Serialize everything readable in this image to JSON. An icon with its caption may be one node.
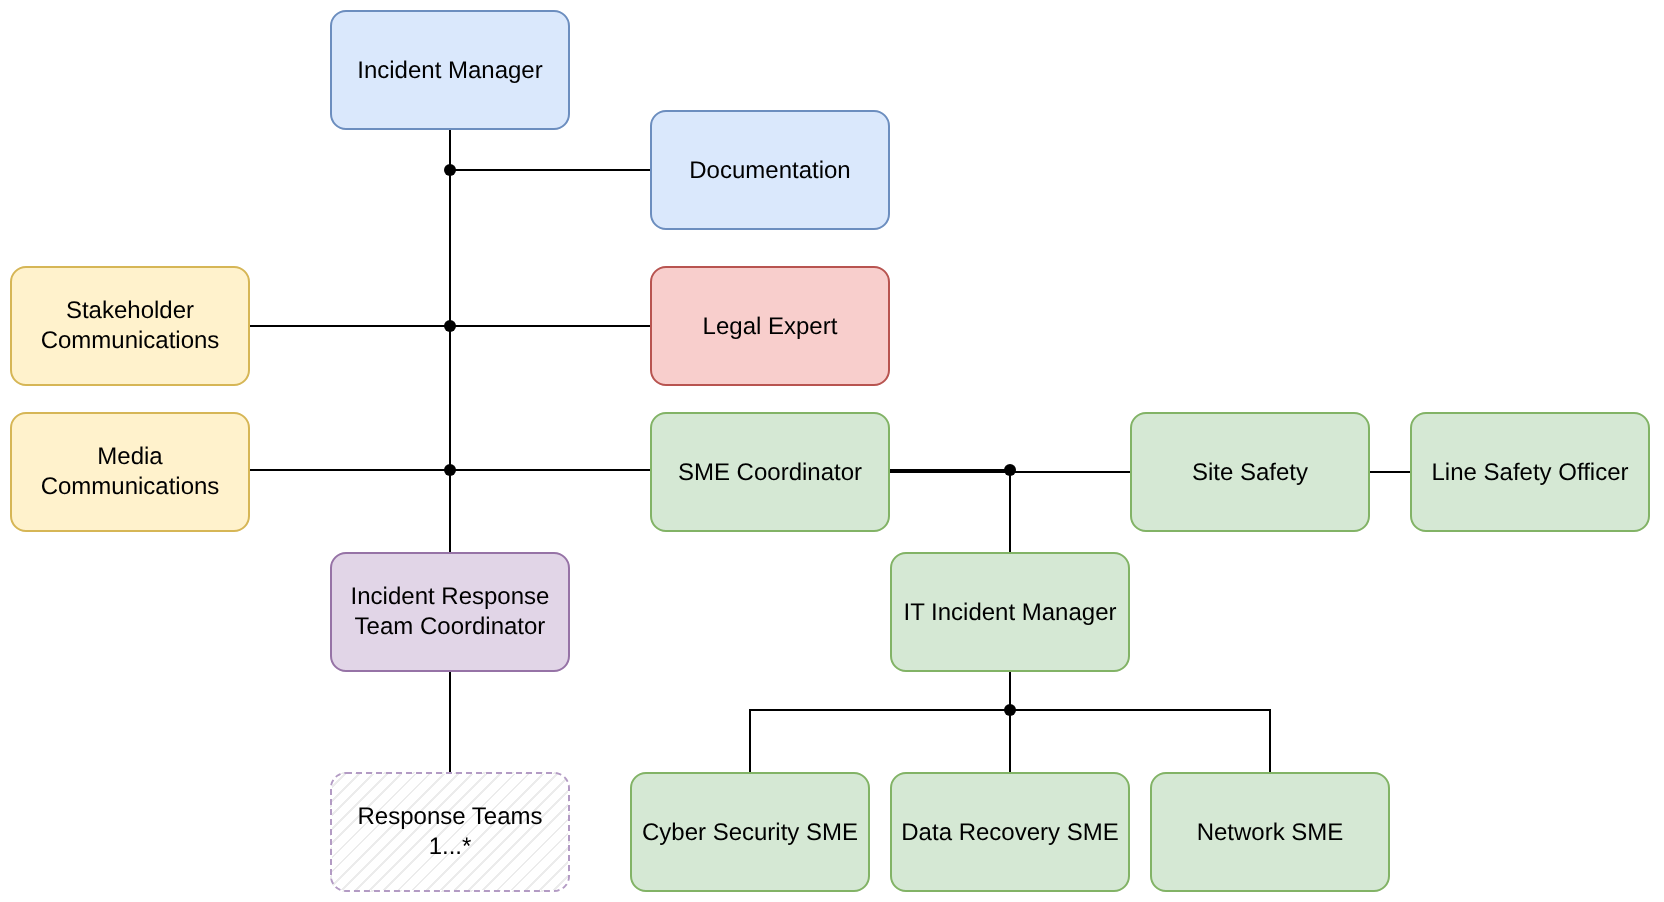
{
  "diagram": {
    "nodes": [
      {
        "text": [
          "Incident Manager"
        ]
      },
      {
        "text": [
          "Documentation"
        ]
      },
      {
        "text": [
          "Stakeholder Communications"
        ]
      },
      {
        "text": [
          "Legal Expert"
        ]
      },
      {
        "text": [
          "Media Communications"
        ]
      },
      {
        "text": [
          "SME Coordinator"
        ]
      },
      {
        "text": [
          "Site Safety"
        ]
      },
      {
        "text": [
          "Line Safety Officer"
        ]
      },
      {
        "text": [
          "Incident Response Team Coordinator"
        ]
      },
      {
        "text": [
          "IT Incident Manager"
        ]
      },
      {
        "text": [
          "Response Teams 1...*"
        ]
      },
      {
        "text": [
          "Cyber Security SME"
        ]
      },
      {
        "text": [
          "Data Recovery SME"
        ]
      },
      {
        "text": [
          "Network SME"
        ]
      }
    ],
    "edges": [
      {
        "from": 0,
        "to": 1,
        "arrow": "none"
      },
      {
        "from": 0,
        "to": 2,
        "arrow": "none"
      },
      {
        "from": 0,
        "to": 3,
        "arrow": "none"
      },
      {
        "from": 0,
        "to": 4,
        "arrow": "none"
      },
      {
        "from": 0,
        "to": 5,
        "arrow": "none"
      },
      {
        "from": 0,
        "to": 8,
        "arrow": "none"
      },
      {
        "from": 8,
        "to": 10,
        "arrow": "none"
      },
      {
        "from": 5,
        "to": 6,
        "arrow": "none"
      },
      {
        "from": 6,
        "to": 7,
        "arrow": "none"
      },
      {
        "from": 5,
        "to": 9,
        "arrow": "none"
      },
      {
        "from": 9,
        "to": 11,
        "arrow": "none"
      },
      {
        "from": 9,
        "to": 12,
        "arrow": "none"
      },
      {
        "from": 9,
        "to": 13,
        "arrow": "none"
      }
    ]
  }
}
